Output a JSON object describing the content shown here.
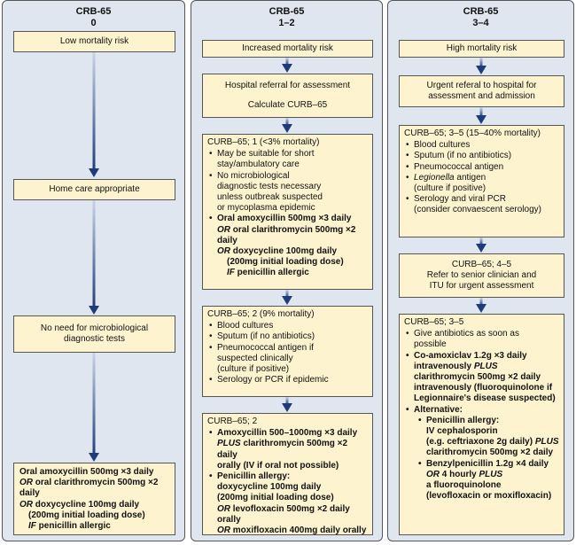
{
  "columns": [
    {
      "head1": "CRB-65",
      "head2": "0",
      "risk": "Low mortality risk",
      "homecare": "Home care appropriate",
      "no_micro": "No need for microbiological diagnostic tests",
      "treatment": {
        "l1": "Oral amoxycillin 500mg ×3 daily",
        "l2a": "OR",
        "l2b": " oral clarithromycin 500mg ×2 daily",
        "l3a": "OR",
        "l3b": " doxycycline 100mg daily",
        "l4": "(200mg initial loading dose)",
        "l5a": "IF",
        "l5b": " penicillin allergic"
      }
    },
    {
      "head1": "CRB-65",
      "head2": "1–2",
      "risk": "Increased mortality risk",
      "referral1": "Hospital referral for assessment",
      "referral2": "Calculate CURB–65",
      "curb1": {
        "title": "CURB–65; 1 (<3% mortality)",
        "b1a": "May be suitable for short",
        "b1b": "stay/ambulatory care",
        "b2a": "No microbiological",
        "b2b": "diagnostic tests necessary",
        "b2c": "unless outbreak suspected",
        "b2d": "or mycoplasma epidemic",
        "b3a": "Oral amoxycillin 500mg ×3 daily",
        "b3b1": "OR",
        "b3b2": " oral clarithromycin 500mg ×2 daily",
        "b3c1": "OR",
        "b3c2": " doxycycline 100mg daily",
        "b3d": "(200mg initial loading dose)",
        "b3e1": "IF",
        "b3e2": " penicillin allergic"
      },
      "curb2": {
        "title": "CURB–65; 2 (9% mortality)",
        "b1": "Blood cultures",
        "b2": "Sputum (if no antibiotics)",
        "b3a": "Pneumococcal antigen if",
        "b3b": "suspected clinically",
        "b3c": "(culture if positive)",
        "b4": "Serology or PCR if epidemic"
      },
      "curb2tx": {
        "title": "CURB–65; 2",
        "b1a": "Amoxycillin 500–1000mg ×3 daily",
        "b1b1": "PLUS",
        "b1b2": " clarithromycin 500mg ×2 daily",
        "b1c": "orally (IV if oral not possible)",
        "b2a": "Penicillin allergy:",
        "b2b": "doxycycline 100mg daily",
        "b2c": "(200mg initial loading dose)",
        "b2d1": "OR",
        "b2d2": " levofloxacin 500mg ×2 daily orally",
        "b2e1": "OR",
        "b2e2": " moxifloxacin 400mg daily orally"
      }
    },
    {
      "head1": "CRB-65",
      "head2": "3–4",
      "risk": "High mortality risk",
      "urgent1": "Urgent referal to hospital for",
      "urgent2": "assessment and admission",
      "curb35": {
        "title": "CURB–65; 3–5 (15–40% mortality)",
        "b1": "Blood cultures",
        "b2": "Sputum (if no antibiotics)",
        "b3": "Pneumococcal antigen",
        "b4a": "Legionella",
        "b4b": " antigen",
        "b4c": "(culture if positive)",
        "b5a": "Serology and viral PCR",
        "b5b": "(consider convaescent serology)"
      },
      "curb45": {
        "l1": "CURB–65; 4–5",
        "l2": "Refer to senior clinician and",
        "l3": "ITU for urgent assessment"
      },
      "curb35tx": {
        "title": "CURB–65; 3–5",
        "b1a": "Give antibiotics as soon as",
        "b1b": "possible",
        "b2a": "Co-amoxiclav 1.2g ×3 daily",
        "b2b1": "intravenously ",
        "b2b2": "PLUS",
        "b2c": "clarithromycin 500mg ×2 daily",
        "b2d": "intravenously (fluoroquinolone if",
        "b2e": "Legionnaire's disease suspected)",
        "b3": "Alternative:",
        "s1a": "Penicillin allergy:",
        "s1b": "IV cephalosporin",
        "s1c1": "(e.g. ceftriaxone 2g daily) ",
        "s1c2": "PLUS",
        "s1d": "clarithromycin 500mg ×2 daily",
        "s2a": "Benzylpenicillin 1.2g ×4 daily",
        "s2b1": "OR",
        "s2b2": " 4 hourly ",
        "s2b3": "PLUS",
        "s2c": "a fluoroquinolone",
        "s2d": "(levofloxacin or moxifloxacin)"
      }
    }
  ],
  "colors": {
    "panel": "#dfe6ef",
    "box": "#fdf3cf",
    "arrow": "#1f3c7a"
  }
}
